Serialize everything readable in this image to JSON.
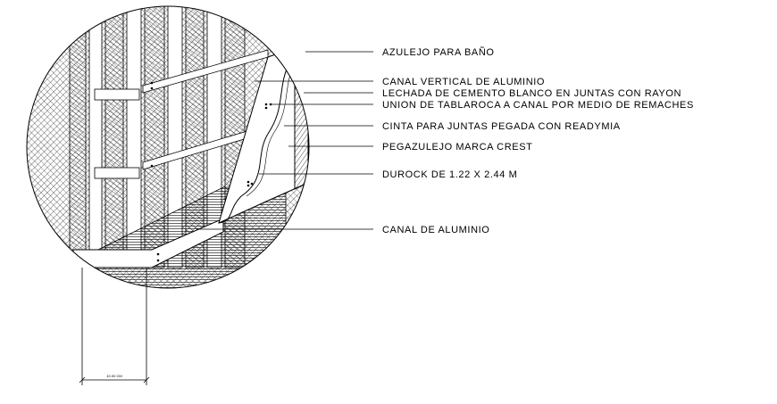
{
  "labels": {
    "azulejo": "AZULEJO PARA BAÑO",
    "canal_vertical": "CANAL VERTICAL DE ALUMINIO",
    "lechada": "LECHADA DE CEMENTO BLANCO EN JUNTAS CON RAYON",
    "union": "UNION DE TABLAROCA A CANAL POR MEDIO DE REMACHES",
    "cinta": "CINTA PARA JUNTAS PEGADA CON READYMIA",
    "pegazulejo": "PEGAZULEJO MARCA CREST",
    "durock": "DUROCK DE 1.22 X 2.44 M",
    "canal_aluminio": "CANAL DE ALUMINIO"
  },
  "dimension": {
    "text": "10.00 CM"
  },
  "colors": {
    "line": "#000000",
    "background": "#ffffff"
  }
}
